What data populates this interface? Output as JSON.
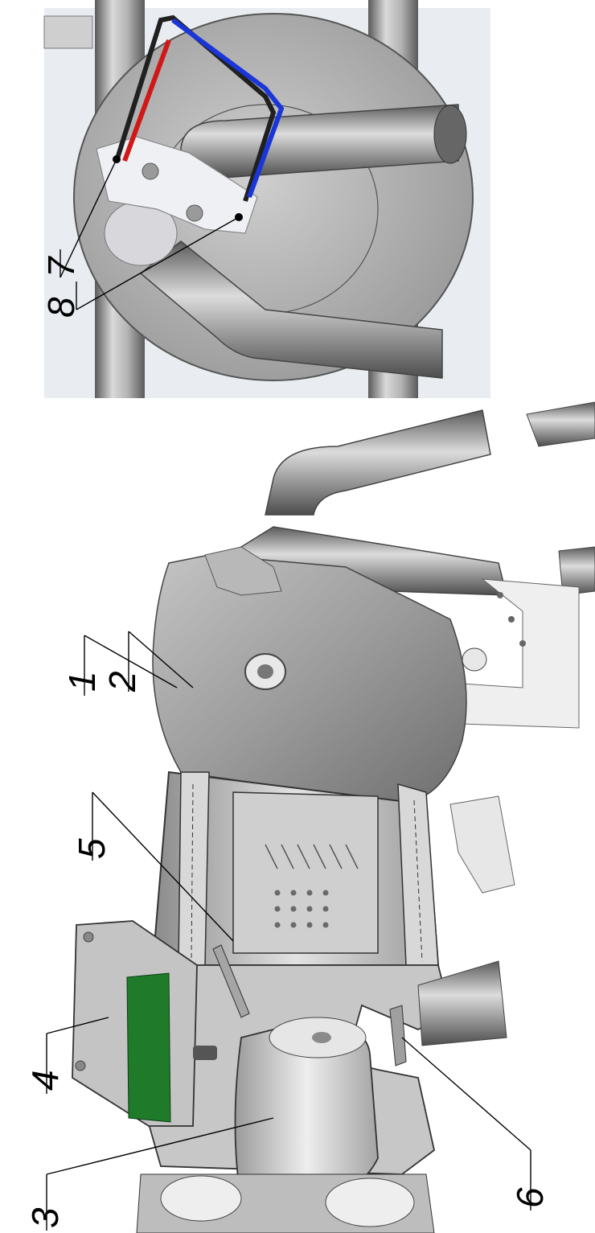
{
  "figure": {
    "callouts": [
      {
        "id": "callout-1",
        "label": "1"
      },
      {
        "id": "callout-2",
        "label": "2"
      },
      {
        "id": "callout-3",
        "label": "3"
      },
      {
        "id": "callout-4",
        "label": "4"
      },
      {
        "id": "callout-5",
        "label": "5"
      },
      {
        "id": "callout-6",
        "label": "6"
      },
      {
        "id": "callout-7",
        "label": "7"
      },
      {
        "id": "callout-8",
        "label": "8"
      }
    ]
  },
  "colors": {
    "background": "#ffffff",
    "metal_light": "#d8d8d8",
    "metal_mid": "#a7a7a7",
    "metal_dark": "#6f6f6f",
    "pipe": "#8c8c8c",
    "wire_red": "#d01818",
    "wire_blue": "#1a36d8",
    "wire_black": "#202020",
    "circuit_board": "#1f7a2a",
    "leader_line": "#000000"
  }
}
